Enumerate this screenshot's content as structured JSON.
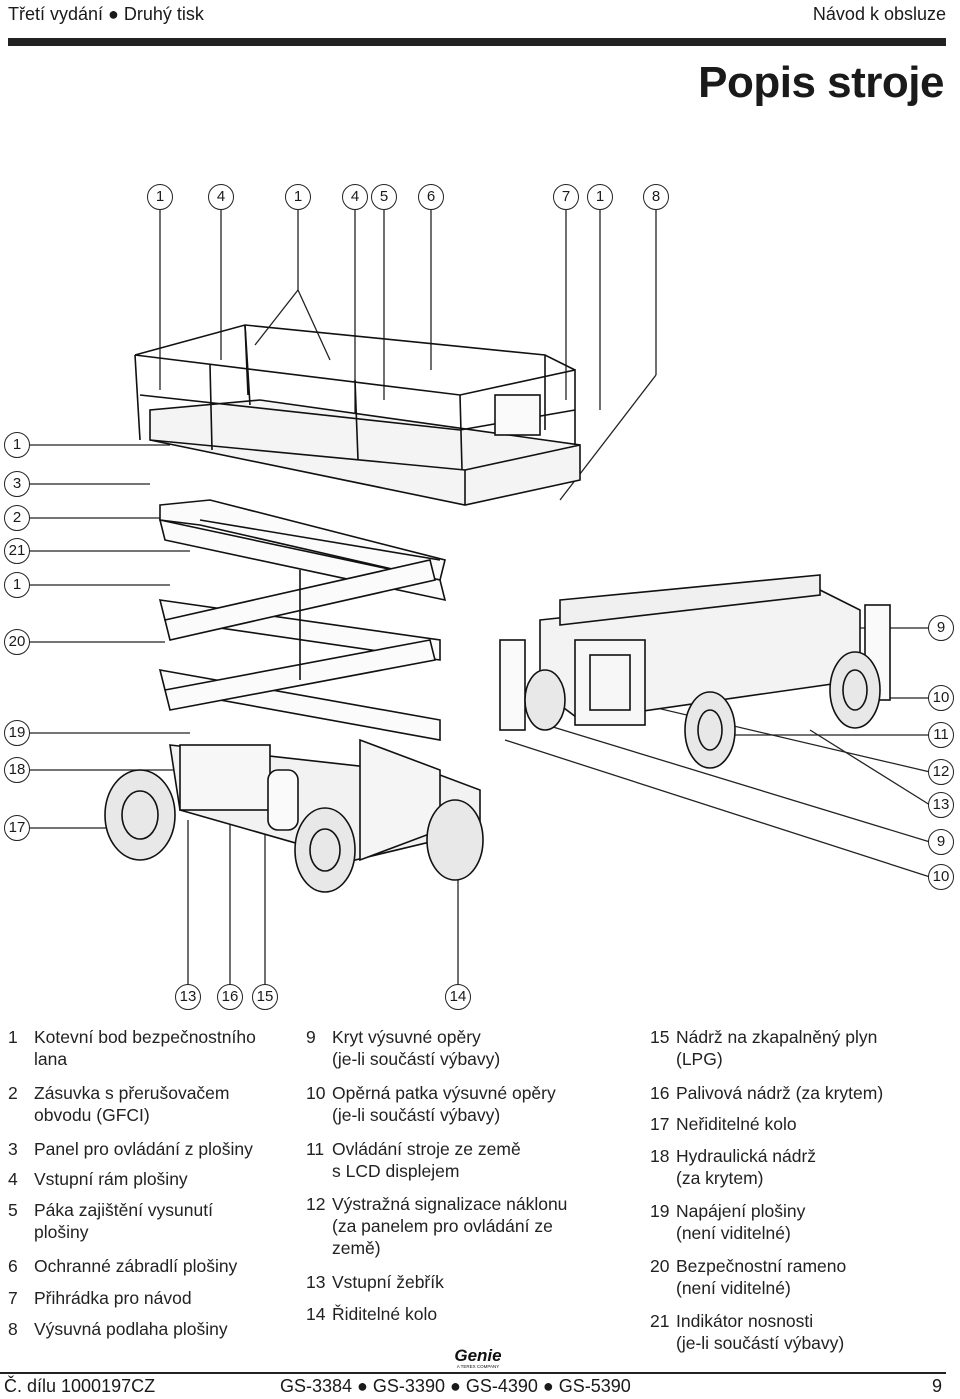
{
  "header": {
    "left": "Třetí vydání ● Druhý tisk",
    "right": "Návod k obsluze",
    "title": "Popis stroje"
  },
  "callouts": {
    "top": [
      "1",
      "4",
      "1",
      "4",
      "5",
      "6",
      "7",
      "1",
      "8"
    ],
    "left": [
      "1",
      "3",
      "2",
      "21",
      "1",
      "20",
      "19",
      "18",
      "17"
    ],
    "right": [
      "9",
      "10",
      "11",
      "12",
      "13",
      "9",
      "10"
    ],
    "bottom": [
      "13",
      "16",
      "15",
      "14"
    ]
  },
  "legend": {
    "col1": [
      {
        "num": "1",
        "text": "Kotevní bod bezpečnostního",
        "cont": "lana"
      },
      {
        "num": "2",
        "text": "Zásuvka s přerušovačem",
        "cont": "obvodu (GFCI)"
      },
      {
        "num": "3",
        "text": "Panel pro ovládání z plošiny",
        "cont": ""
      },
      {
        "num": "4",
        "text": "Vstupní rám plošiny",
        "cont": ""
      },
      {
        "num": "5",
        "text": "Páka zajištění vysunutí",
        "cont": "plošiny"
      },
      {
        "num": "6",
        "text": "Ochranné zábradlí plošiny",
        "cont": ""
      },
      {
        "num": "7",
        "text": "Přihrádka pro návod",
        "cont": ""
      },
      {
        "num": "8",
        "text": "Výsuvná podlaha plošiny",
        "cont": ""
      }
    ],
    "col2": [
      {
        "num": "9",
        "text": "Kryt výsuvné opěry",
        "cont": "(je-li součástí výbavy)"
      },
      {
        "num": "10",
        "text": "Opěrná patka výsuvné opěry",
        "cont": "(je-li součástí výbavy)"
      },
      {
        "num": "11",
        "text": "Ovládání stroje ze země",
        "cont": "s LCD displejem"
      },
      {
        "num": "12",
        "text": "Výstražná signalizace náklonu",
        "cont": "(za panelem pro ovládání ze",
        "cont2": "země)"
      },
      {
        "num": "13",
        "text": "Vstupní žebřík",
        "cont": ""
      },
      {
        "num": "14",
        "text": "Řiditelné kolo",
        "cont": ""
      }
    ],
    "col3": [
      {
        "num": "15",
        "text": "Nádrž na zkapalněný plyn",
        "cont": "(LPG)"
      },
      {
        "num": "16",
        "text": "Palivová nádrž (za krytem)",
        "cont": ""
      },
      {
        "num": "17",
        "text": "Neřiditelné kolo",
        "cont": ""
      },
      {
        "num": "18",
        "text": "Hydraulická nádrž",
        "cont": "(za krytem)"
      },
      {
        "num": "19",
        "text": "Napájení plošiny",
        "cont": "(není viditelné)"
      },
      {
        "num": "20",
        "text": "Bezpečnostní rameno",
        "cont": "(není viditelné)"
      },
      {
        "num": "21",
        "text": "Indikátor nosnosti",
        "cont": "(je-li součástí výbavy)"
      }
    ]
  },
  "logo": {
    "name": "Genie",
    "tagline": "A TEREX COMPANY"
  },
  "footer": {
    "left": "Č. dílu 1000197CZ",
    "center": "GS-3384 ● GS-3390 ● GS-4390 ● GS-5390",
    "right": "9"
  }
}
